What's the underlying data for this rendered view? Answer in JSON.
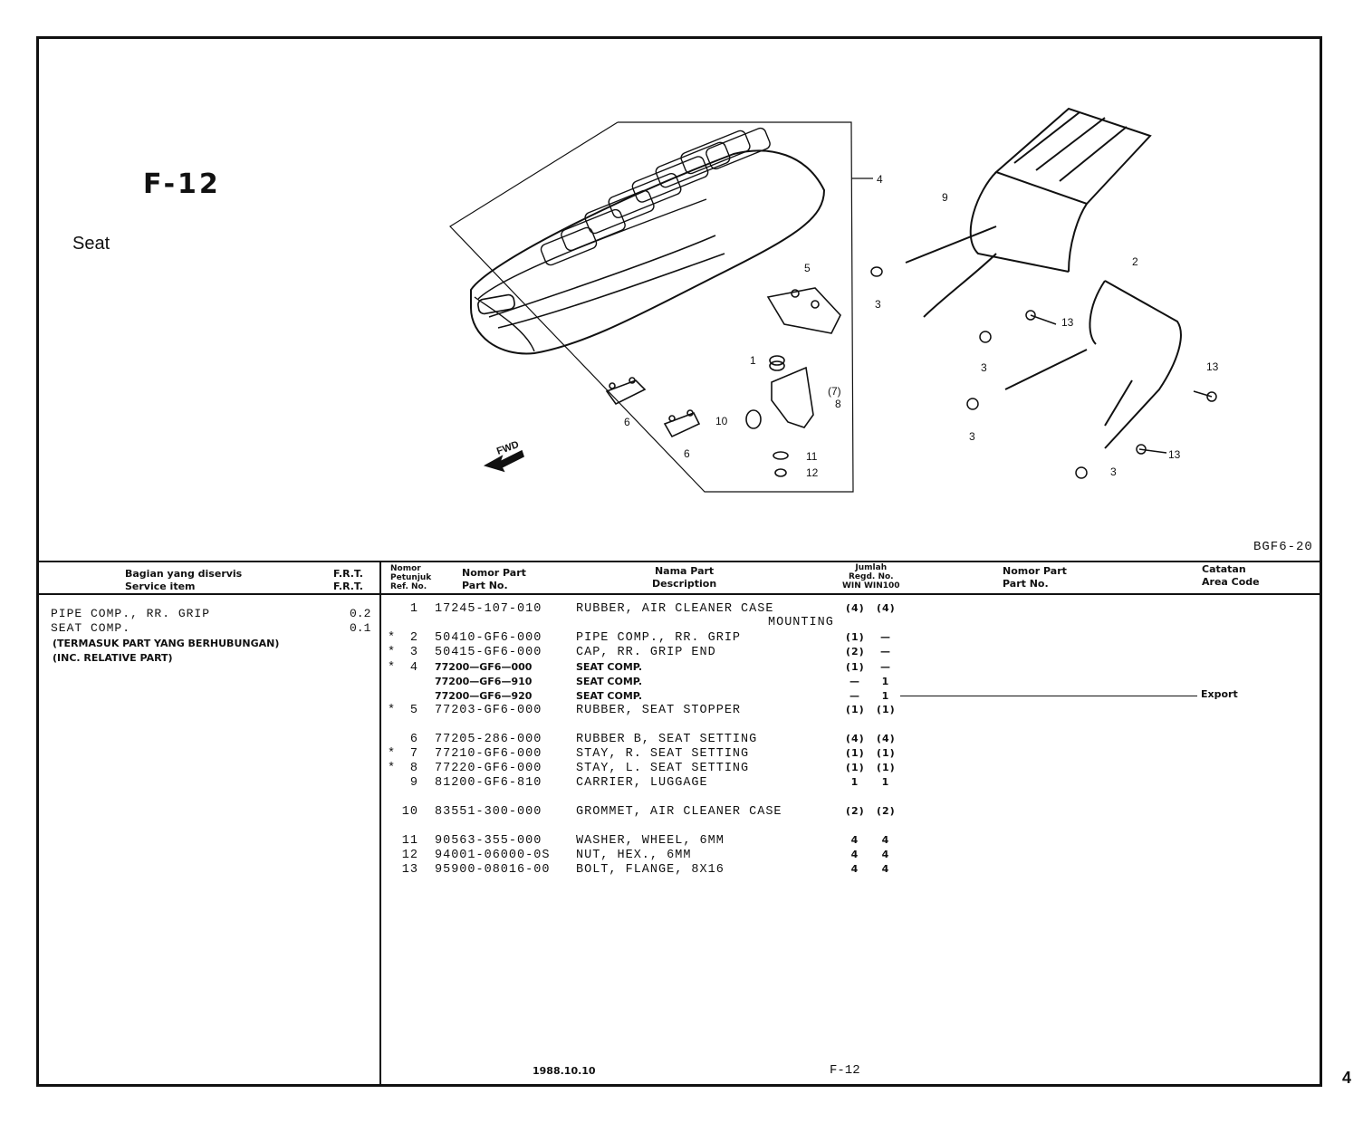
{
  "section": {
    "code": "F-12",
    "title": "Seat"
  },
  "illustration": {
    "code": "BGF6-20",
    "fwd_label": "FWD",
    "callouts": [
      "1",
      "2",
      "3",
      "4",
      "5",
      "6",
      "(7)",
      "8",
      "9",
      "10",
      "11",
      "12",
      "13"
    ]
  },
  "table_headers": {
    "service_item": [
      "Bagian yang diservis",
      "Service item"
    ],
    "frt": [
      "F.R.T.",
      "F.R.T."
    ],
    "ref_no": [
      "Nomor",
      "Petunjuk",
      "Ref. No."
    ],
    "part_no": [
      "Nomor Part",
      "Part No."
    ],
    "description": [
      "Nama Part",
      "Description"
    ],
    "qty": [
      "Jumlah",
      "Regd. No.",
      "WIN WIN100"
    ],
    "part_no2": [
      "Nomor Part",
      "Part No."
    ],
    "area_code": [
      "Catatan",
      "Area Code"
    ]
  },
  "service_items": [
    {
      "name": "PIPE COMP., RR. GRIP",
      "frt": "0.2"
    },
    {
      "name": "SEAT COMP.",
      "frt": "0.1"
    }
  ],
  "service_notes": [
    "(TERMASUK PART YANG BERHUBUNGAN)",
    "(INC. RELATIVE PART)"
  ],
  "parts": [
    {
      "mark": "",
      "ref": "1",
      "part_no": "17245-107-010",
      "desc": "RUBBER, AIR CLEANER CASE",
      "q1": "(4)",
      "q2": "(4)"
    },
    {
      "mark": "",
      "ref": "",
      "part_no": "",
      "desc": "MOUNTING",
      "q1": "",
      "q2": ""
    },
    {
      "mark": "*",
      "ref": "2",
      "part_no": "50410-GF6-000",
      "desc": "PIPE COMP., RR. GRIP",
      "q1": "(1)",
      "q2": "—"
    },
    {
      "mark": "*",
      "ref": "3",
      "part_no": "50415-GF6-000",
      "desc": "CAP, RR. GRIP END",
      "q1": "(2)",
      "q2": "—"
    },
    {
      "mark": "*",
      "ref": "4",
      "part_no": "77200—GF6—000",
      "desc": "SEAT COMP.",
      "q1": "(1)",
      "q2": "—"
    },
    {
      "mark": "",
      "ref": "",
      "part_no": "77200—GF6—910",
      "desc": "SEAT COMP.",
      "q1": "—",
      "q2": "1"
    },
    {
      "mark": "",
      "ref": "",
      "part_no": "77200—GF6—920",
      "desc": "SEAT COMP.",
      "q1": "—",
      "q2": "1"
    },
    {
      "mark": "*",
      "ref": "5",
      "part_no": "77203-GF6-000",
      "desc": "RUBBER, SEAT STOPPER",
      "q1": "(1)",
      "q2": "(1)"
    },
    {
      "mark": "",
      "ref": "6",
      "part_no": "77205-286-000",
      "desc": "RUBBER B, SEAT SETTING",
      "q1": "(4)",
      "q2": "(4)"
    },
    {
      "mark": "*",
      "ref": "7",
      "part_no": "77210-GF6-000",
      "desc": "STAY, R. SEAT SETTING",
      "q1": "(1)",
      "q2": "(1)"
    },
    {
      "mark": "*",
      "ref": "8",
      "part_no": "77220-GF6-000",
      "desc": "STAY, L. SEAT SETTING",
      "q1": "(1)",
      "q2": "(1)"
    },
    {
      "mark": "",
      "ref": "9",
      "part_no": "81200-GF6-810",
      "desc": "CARRIER, LUGGAGE",
      "q1": "1",
      "q2": "1"
    },
    {
      "mark": "",
      "ref": "10",
      "part_no": "83551-300-000",
      "desc": "GROMMET, AIR CLEANER CASE",
      "q1": "(2)",
      "q2": "(2)"
    },
    {
      "mark": "",
      "ref": "11",
      "part_no": "90563-355-000",
      "desc": "WASHER, WHEEL, 6MM",
      "q1": "4",
      "q2": "4"
    },
    {
      "mark": "",
      "ref": "12",
      "part_no": "94001-06000-0S",
      "desc": "NUT, HEX., 6MM",
      "q1": "4",
      "q2": "4"
    },
    {
      "mark": "",
      "ref": "13",
      "part_no": "95900-08016-00",
      "desc": "BOLT, FLANGE, 8X16",
      "q1": "4",
      "q2": "4"
    }
  ],
  "export_note": "Export",
  "footer": {
    "date": "1988.10.10",
    "page_code": "F-12",
    "page_number": "4"
  }
}
